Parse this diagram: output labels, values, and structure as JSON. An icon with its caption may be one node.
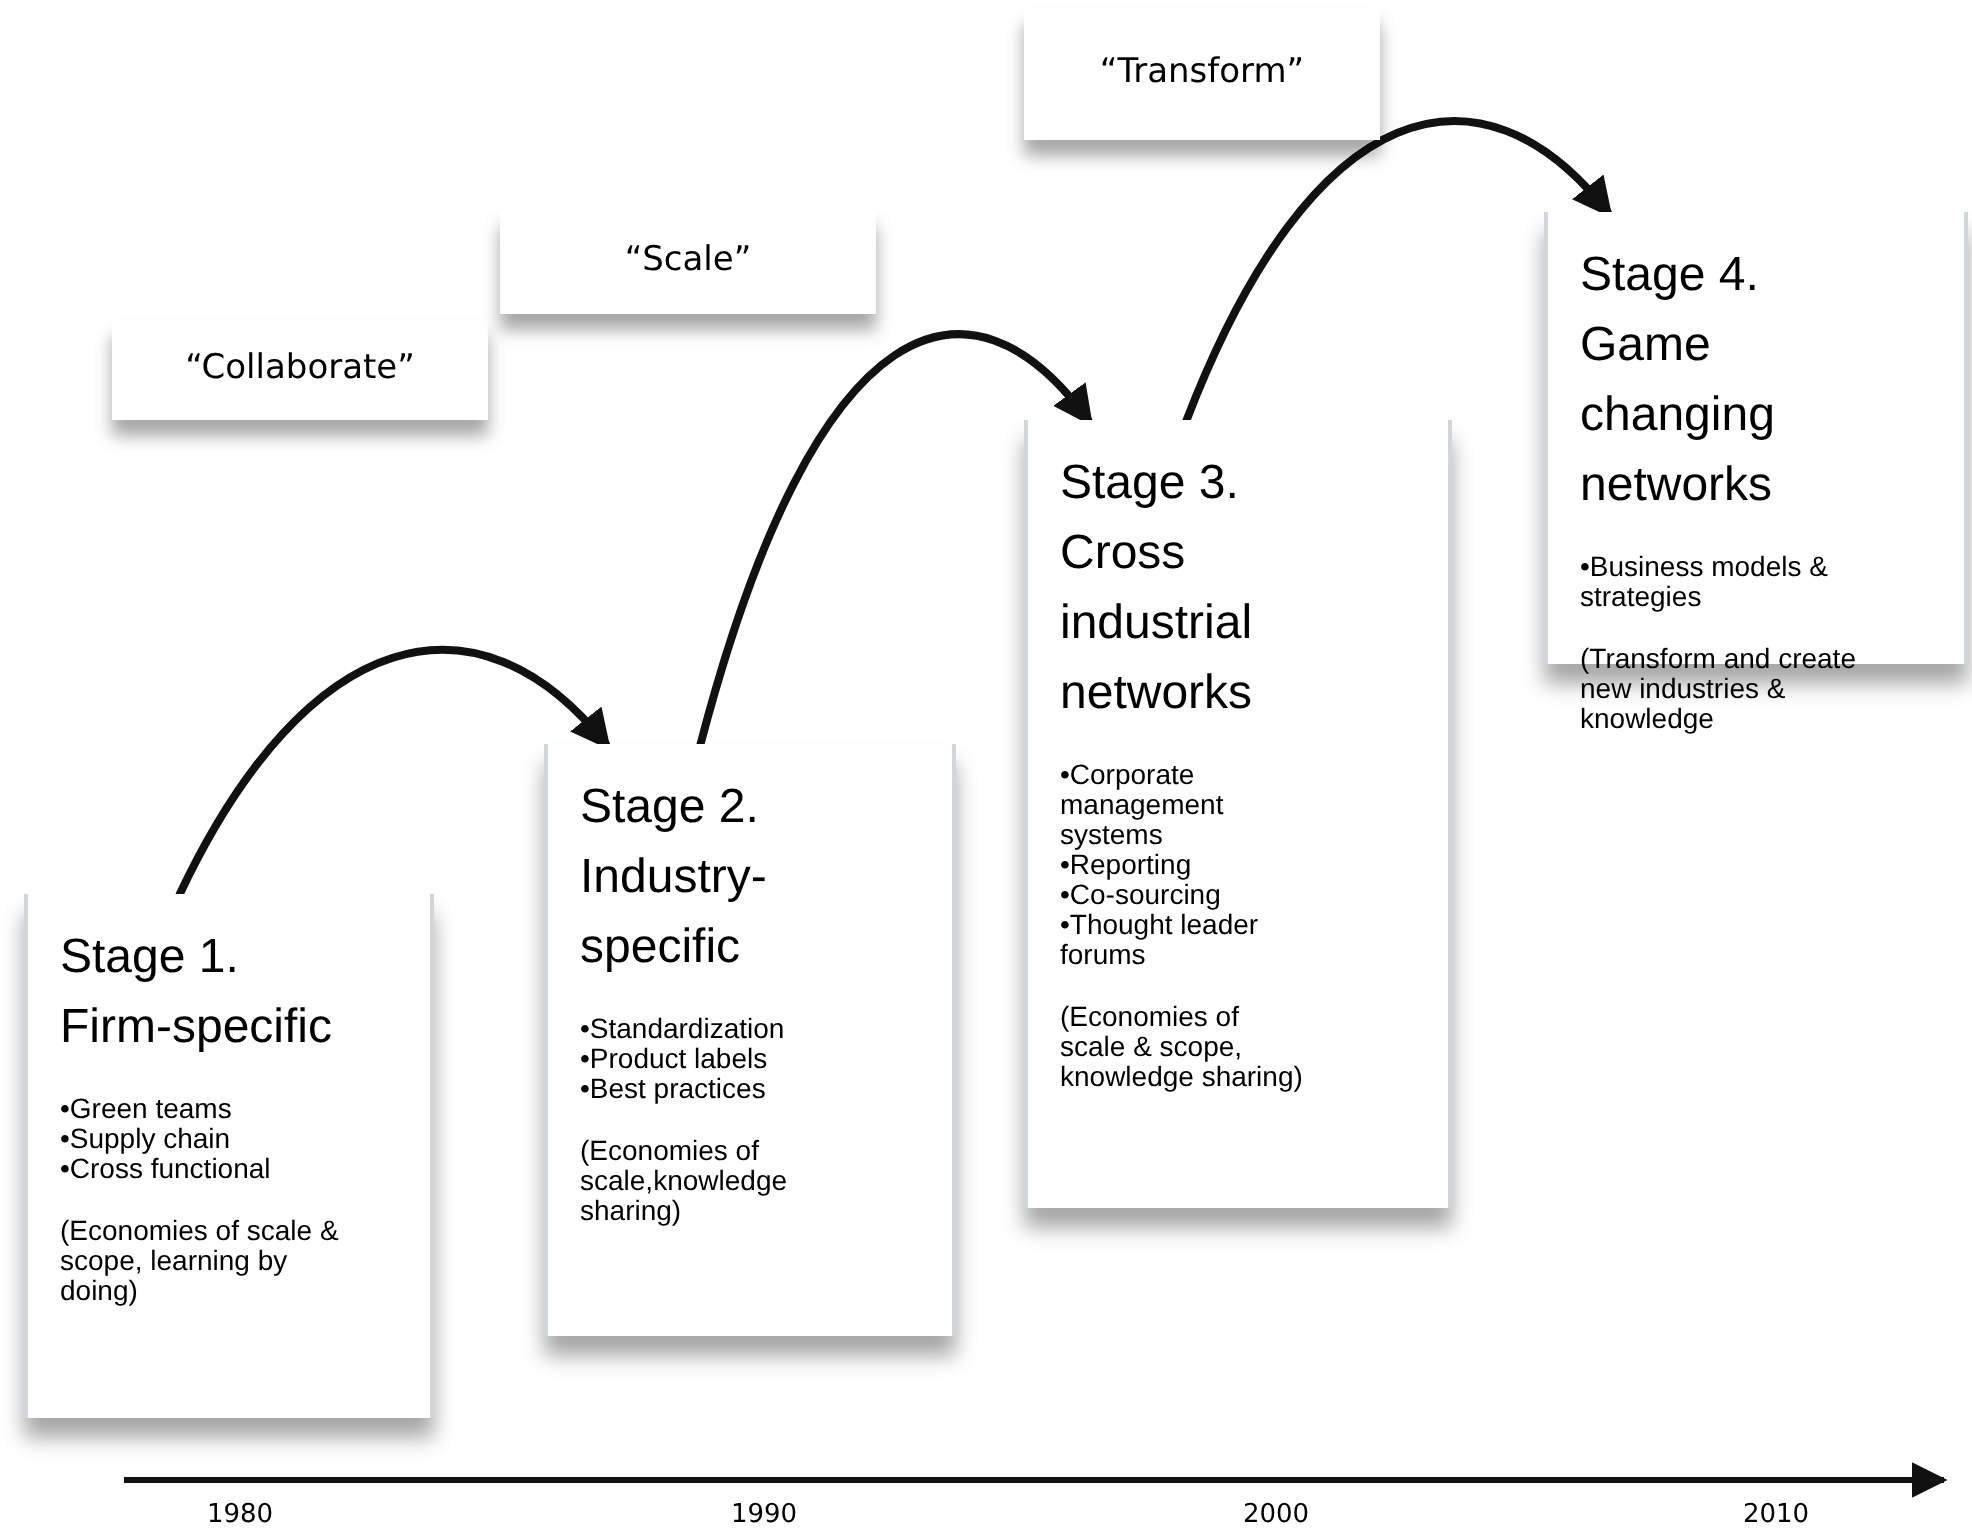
{
  "diagram": {
    "nodes": [
      {
        "text": [
          "Stage 1. Firm-specific",
          "•Green teams",
          "•Supply chain",
          "•Cross functional",
          "(Economies of scale & scope, learning by doing)"
        ]
      },
      {
        "text": [
          "Stage 2. Industry-specific",
          "•Standardization",
          "•Product labels",
          "•Best practices",
          "(Economies of scale,knowledge sharing)"
        ]
      },
      {
        "text": [
          "Stage 3. Cross industrial networks",
          "•Corporate management systems",
          "•Reporting",
          "•Co-sourcing",
          "•Thought leader forums",
          "(Economies of scale & scope, knowledge sharing)"
        ]
      },
      {
        "text": [
          "Stage 4. Game changing networks",
          "•Business models & strategies",
          "(Transform and create new industries & knowledge"
        ]
      },
      {
        "text": [
          "“Collaborate”"
        ]
      },
      {
        "text": [
          "“Scale”"
        ]
      },
      {
        "text": [
          "“Transform”"
        ]
      }
    ],
    "edges": [
      {
        "from": 0,
        "to": 1,
        "arrow": "to"
      },
      {
        "from": 1,
        "to": 2,
        "arrow": "to"
      },
      {
        "from": 2,
        "to": 3,
        "arrow": "to"
      }
    ],
    "labels": [
      "1980",
      "1990",
      "2000",
      "2010"
    ]
  }
}
